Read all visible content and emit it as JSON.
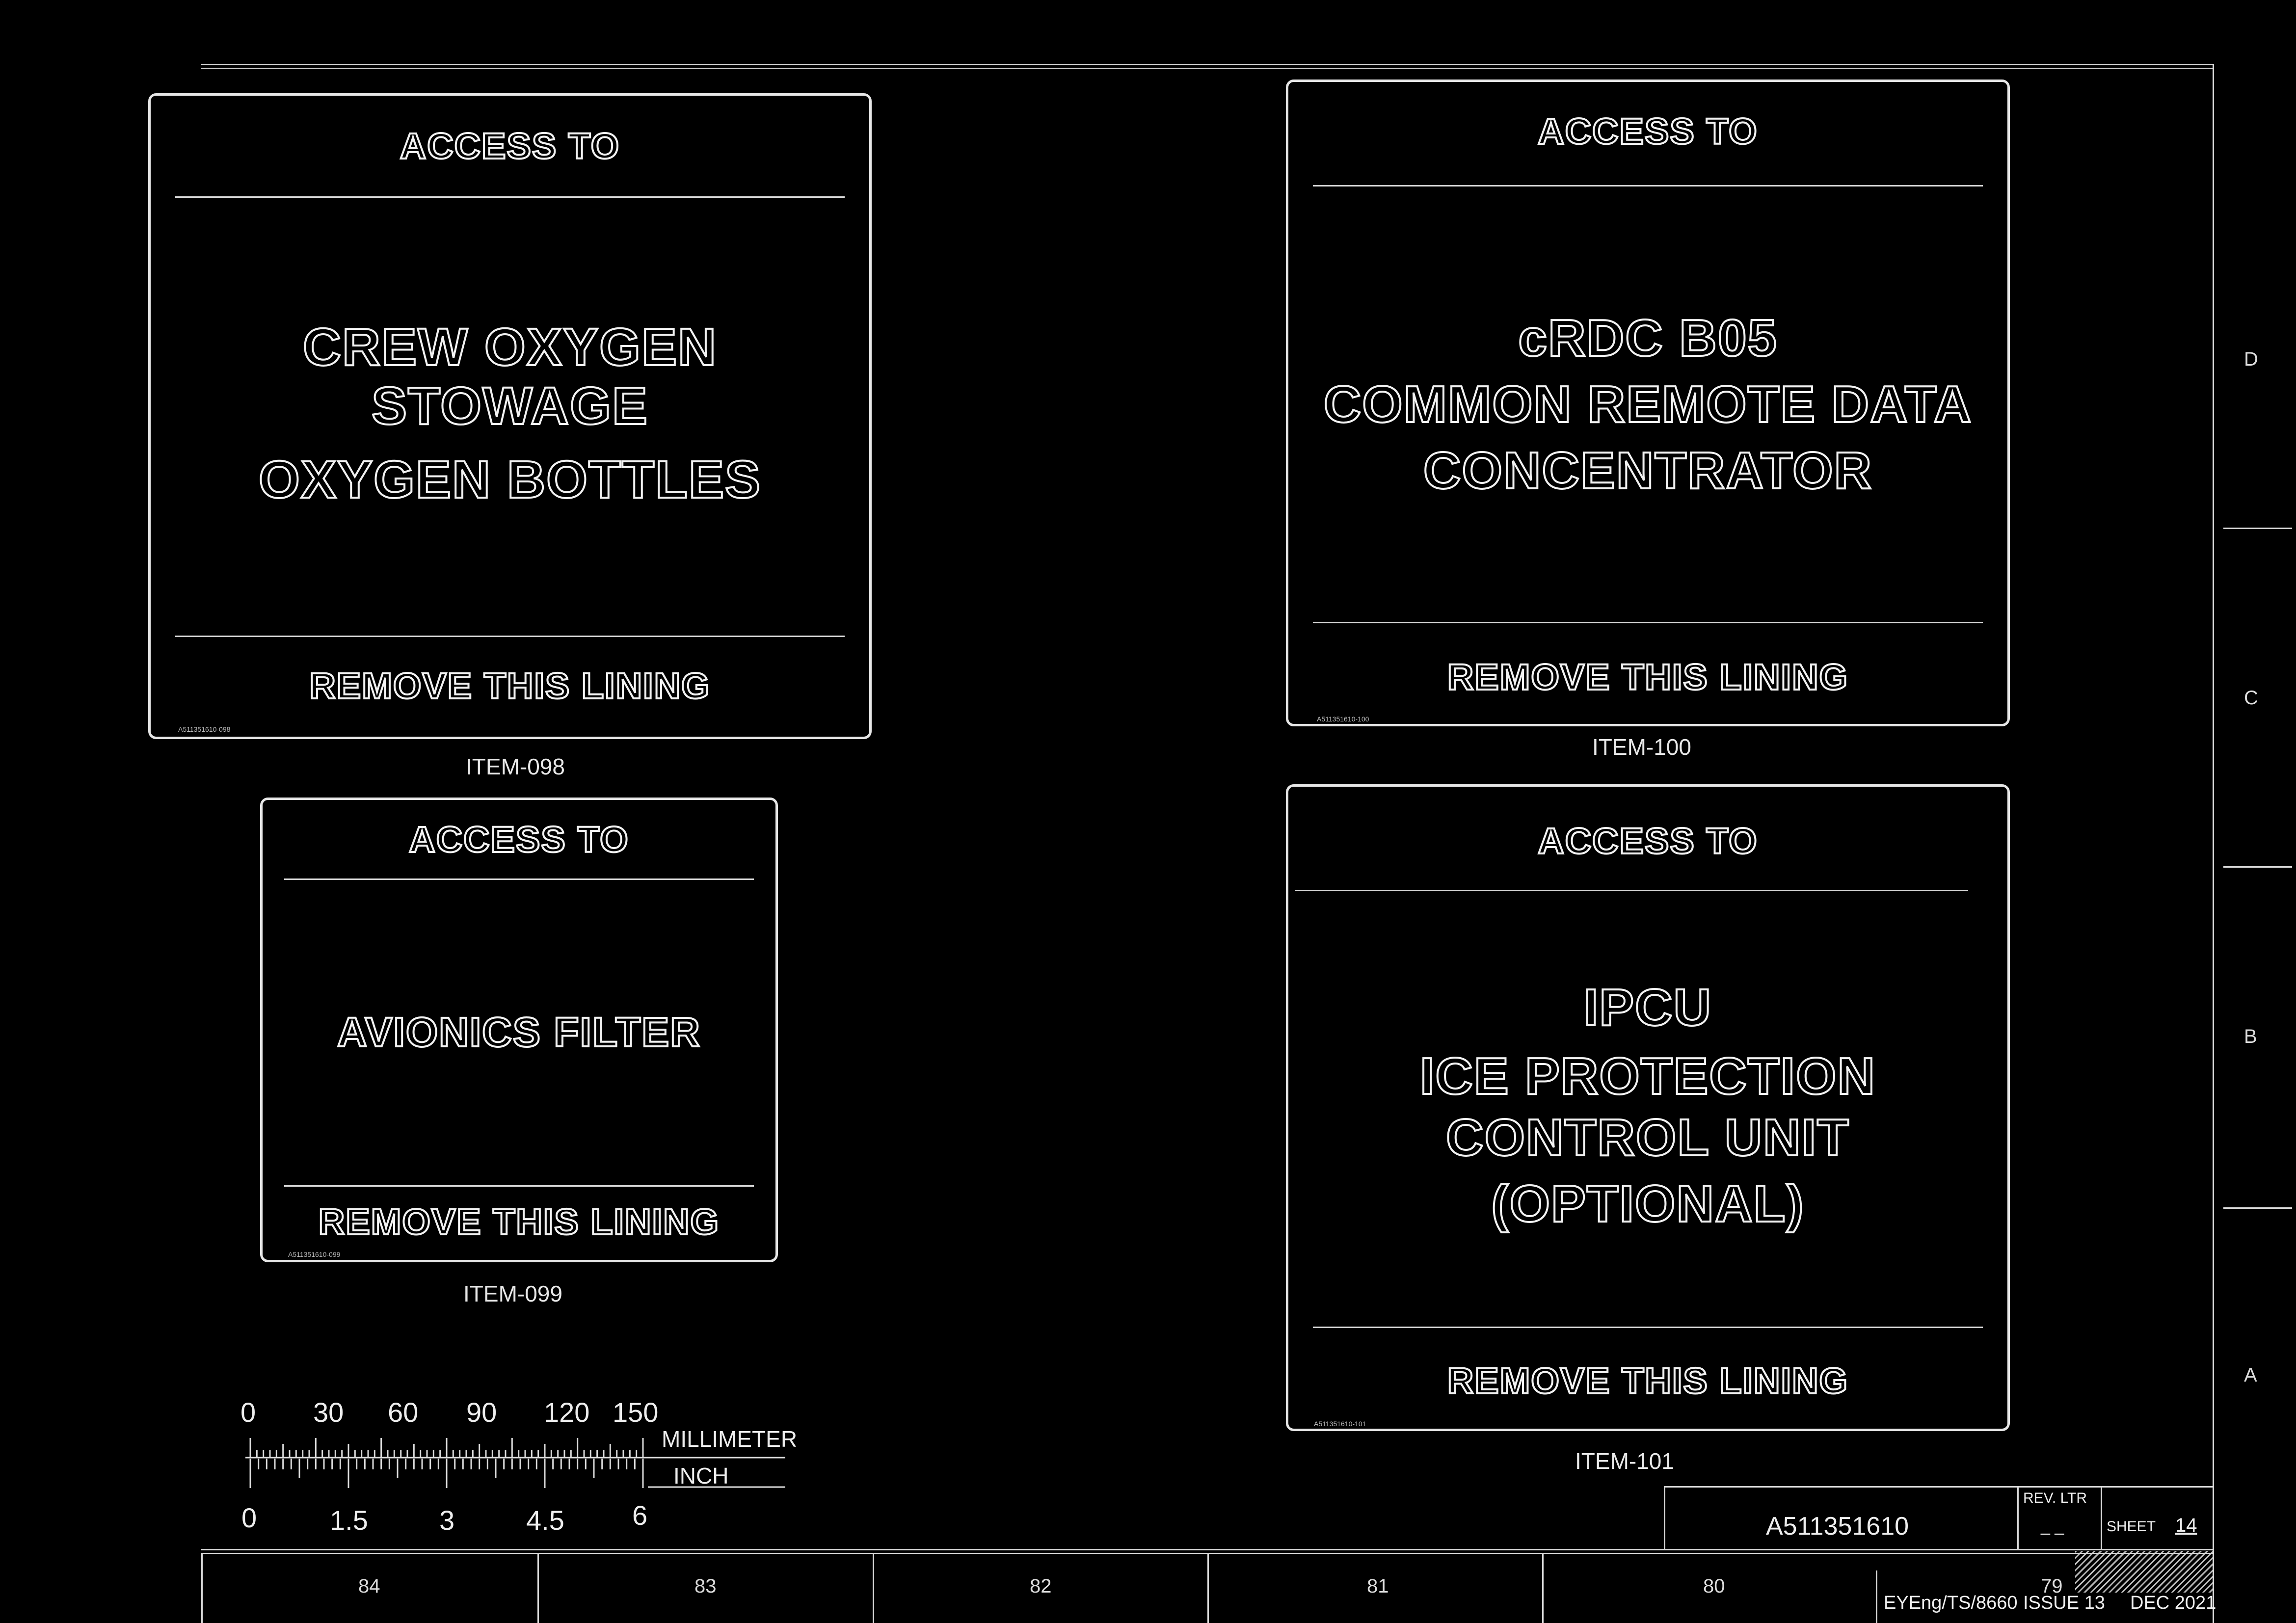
{
  "labels": [
    {
      "header": "ACCESS TO",
      "body": [
        "CREW OXYGEN",
        "STOWAGE",
        "OXYGEN BOTTLES"
      ],
      "footer": "REMOVE THIS LINING",
      "tiny_code": "A511351610-098",
      "caption": "ITEM-098"
    },
    {
      "header": "ACCESS TO",
      "body": [
        "AVIONICS FILTER"
      ],
      "footer": "REMOVE THIS LINING",
      "tiny_code": "A511351610-099",
      "caption": "ITEM-099"
    },
    {
      "header": "ACCESS TO",
      "body": [
        "cRDC B05",
        "COMMON REMOTE DATA",
        "CONCENTRATOR"
      ],
      "footer": "REMOVE THIS LINING",
      "tiny_code": "A511351610-100",
      "caption": "ITEM-100"
    },
    {
      "header": "ACCESS TO",
      "body": [
        "IPCU",
        "ICE PROTECTION",
        "CONTROL UNIT",
        "(OPTIONAL)"
      ],
      "footer": "REMOVE THIS LINING",
      "tiny_code": "A511351610-101",
      "caption": "ITEM-101"
    }
  ],
  "zones_right": [
    "D",
    "C",
    "B",
    "A"
  ],
  "zones_bottom": [
    "84",
    "83",
    "82",
    "81",
    "80",
    "79"
  ],
  "ruler": {
    "mm_ticks": [
      "0",
      "30",
      "60",
      "90",
      "120",
      "150"
    ],
    "mm_label": "MILLIMETER",
    "inch_ticks": [
      "0",
      "1.5",
      "3",
      "4.5",
      "6"
    ],
    "inch_label": "INCH"
  },
  "title_block": {
    "drawing_number": "A511351610",
    "rev_ltr_label": "REV. LTR",
    "rev_ltr_value": "_ _",
    "sheet_label": "SHEET",
    "sheet_value": "14",
    "doc_ref": "EYEng/TS/8660",
    "issue": "ISSUE 13",
    "date": "DEC 2021"
  }
}
